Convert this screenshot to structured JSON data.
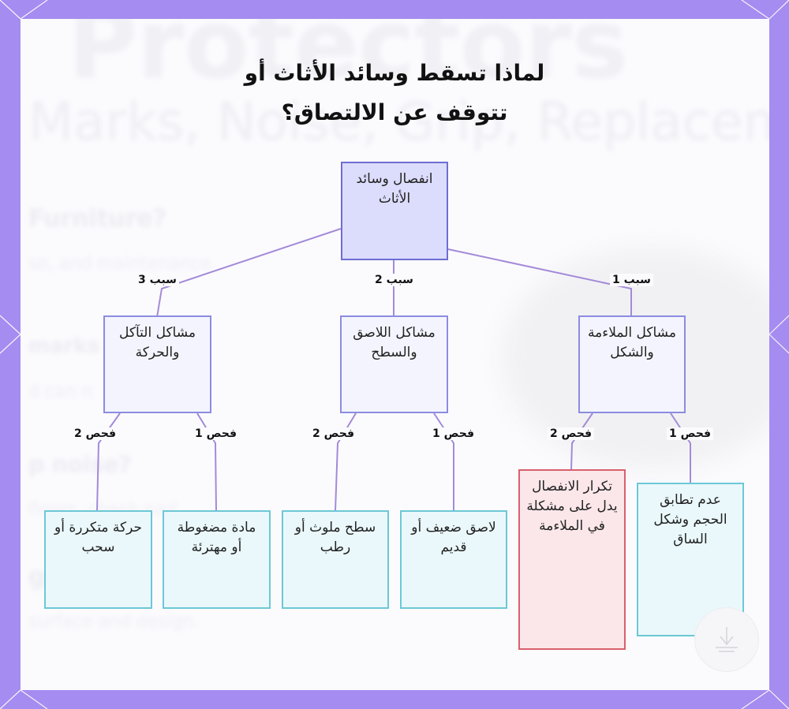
{
  "title": {
    "line1": "لماذا تسقط وسائد الأثاث أو",
    "line2": "تتوقف عن الالتصاق؟"
  },
  "background_text": {
    "line1": "Protectors",
    "line2": "Marks, Noise, Grip, Replacement",
    "line3": "Furniture?",
    "line4": "se, and maintenance.",
    "line5": "marks",
    "line6": "d can n",
    "line7": "p noise?",
    "line8": "floors, check pad",
    "line9": "g",
    "line10": "surface and design."
  },
  "diagram": {
    "root": "انفصال وسائد الأثاث",
    "causes": [
      {
        "edge_label": "سبب 3",
        "label": "مشاكل التآكل والحركة"
      },
      {
        "edge_label": "سبب 2",
        "label": "مشاكل اللاصق والسطح"
      },
      {
        "edge_label": "سبب 1",
        "label": "مشاكل الملاءمة والشكل"
      }
    ],
    "checks": [
      {
        "edge_label": "فحص 2",
        "label": "حركة متكررة أو سحب"
      },
      {
        "edge_label": "فحص 1",
        "label": "مادة مضغوطة أو مهترئة"
      },
      {
        "edge_label": "فحص 2",
        "label": "سطح ملوث أو رطب"
      },
      {
        "edge_label": "فحص 1",
        "label": "لاصق ضعيف أو قديم"
      },
      {
        "edge_label": "فحص 2",
        "label": "تكرار الانفصال يدل على مشكلة في الملاءمة"
      },
      {
        "edge_label": "فحص 1",
        "label": "عدم تطابق الحجم وشكل الساق"
      }
    ]
  },
  "colors": {
    "frame": "#a58cf0",
    "edge": "#a48ad8",
    "root_fill": "#dcdcfc",
    "cause_fill": "#f4f4fe",
    "leaf_fill": "#eaf8fb",
    "alert_fill": "#fbe7ea",
    "alert_border": "#d8606c"
  }
}
